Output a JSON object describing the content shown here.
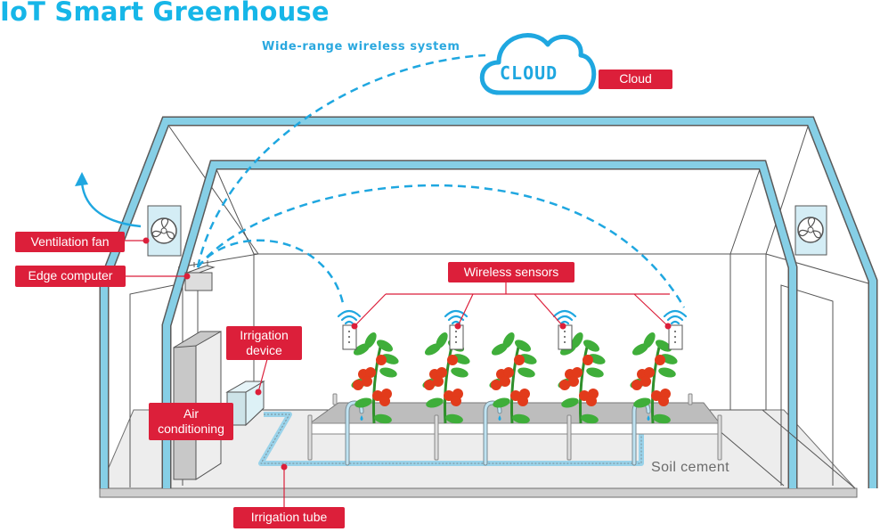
{
  "title": "IoT Smart Greenhouse",
  "labels": {
    "wireless_system": "Wide-range wireless system",
    "cloud_icon_text": "CLOUD",
    "soil": "Soil cement"
  },
  "callouts": {
    "cloud": "Cloud",
    "ventilation_fan": "Ventilation fan",
    "edge_computer": "Edge computer",
    "wireless_sensors": "Wireless sensors",
    "irrigation_device_line1": "Irrigation",
    "irrigation_device_line2": "device",
    "air_conditioning_line1": "Air",
    "air_conditioning_line2": "conditioning",
    "irrigation_tube": "Irrigation tube"
  },
  "colors": {
    "accent_blue": "#16b6e8",
    "frame_blue": "#86cfe6",
    "callout_red": "#dc1f3a",
    "tomato": "#e23b1b",
    "leaf": "#3fae3a"
  },
  "sensors_count": 4,
  "plants_count": 5
}
